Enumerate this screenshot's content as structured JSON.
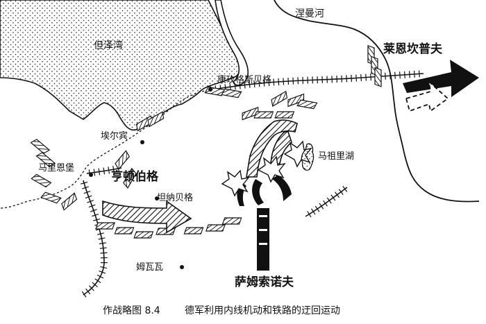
{
  "caption": {
    "figure_number": "作战略图 8.4",
    "title": "德军利用内线机动和铁路的迂回运动"
  },
  "places": {
    "danzig_bay": "但泽湾",
    "neman_river": "涅曼河",
    "konigsberg": "康玫格斯贝格",
    "elbing": "埃尔宾",
    "marienburg": "马里恩堡",
    "hindenburg": "亨顿伯格",
    "tannenberg": "坦纳贝格",
    "masurian_lakes": "马祖里湖",
    "mlawa": "姆瓦瓦",
    "rennenkampf": "莱恩坎普夫",
    "samsonov": "萨姆索诺夫"
  },
  "colors": {
    "ink": "#111111",
    "paper": "#ffffff"
  }
}
